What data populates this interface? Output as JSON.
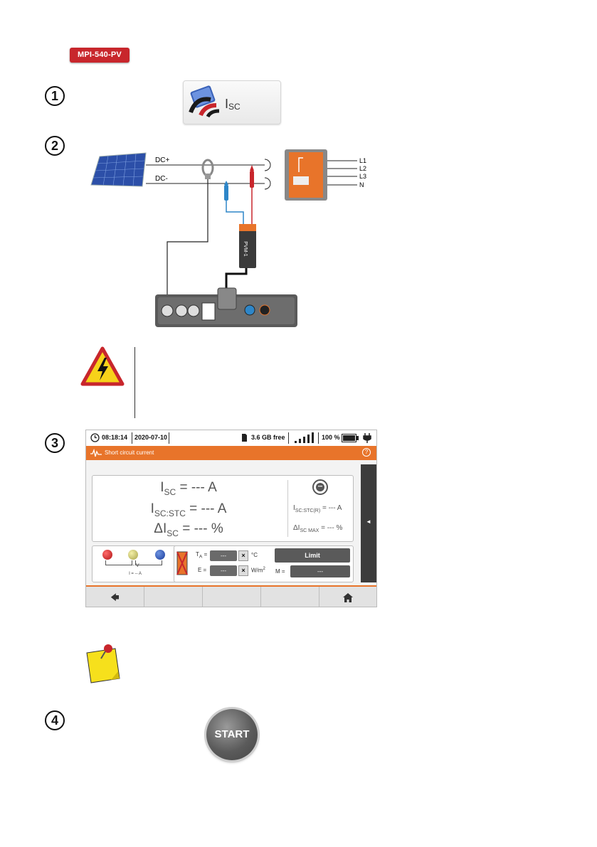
{
  "model_badge": "MPI-540-PV",
  "steps": [
    "1",
    "2",
    "3",
    "4"
  ],
  "isc_button": {
    "main": "I",
    "sub": "SC"
  },
  "diagram": {
    "dc_plus": "DC+",
    "dc_minus": "DC-",
    "phases": [
      "L1",
      "L2",
      "L3",
      "N"
    ],
    "adapter_label": "PVM-1"
  },
  "screen": {
    "time": "08:18:14",
    "date": "2020-07-10",
    "storage": "3.6 GB free",
    "battery": "100 %",
    "title": "Short circuit current",
    "help": "?",
    "isc_line": {
      "main": "I",
      "sub": "SC",
      "rest": " = --- A"
    },
    "isc_stc_line": {
      "main": "I",
      "sub": "SC:STC",
      "rest": " = --- A"
    },
    "delta_line": {
      "main": "ΔI",
      "sub": "SC",
      "rest": " = --- %"
    },
    "isc_stc_r": {
      "main": "I",
      "sub": "SC:STC(R)",
      "rest": " = --- A"
    },
    "delta_max": {
      "main": "ΔI",
      "sub": "SC MAX",
      "rest": " = --- %"
    },
    "probe_voltage": "-- V",
    "probe_current": "I = -- A",
    "ta_label": "T",
    "ta_sub": "A",
    "ta_eq": " =",
    "ta_value": "---",
    "ta_unit": "°C",
    "e_label": "E =",
    "e_value": "---",
    "e_unit": "W/m",
    "e_unit_sup": "2",
    "limit": "Limit",
    "m_label": "M =",
    "m_value": "---",
    "x_mark": "×",
    "side_arrow": "◄",
    "back": "🡄",
    "home": "⌂"
  },
  "start_button": "START"
}
